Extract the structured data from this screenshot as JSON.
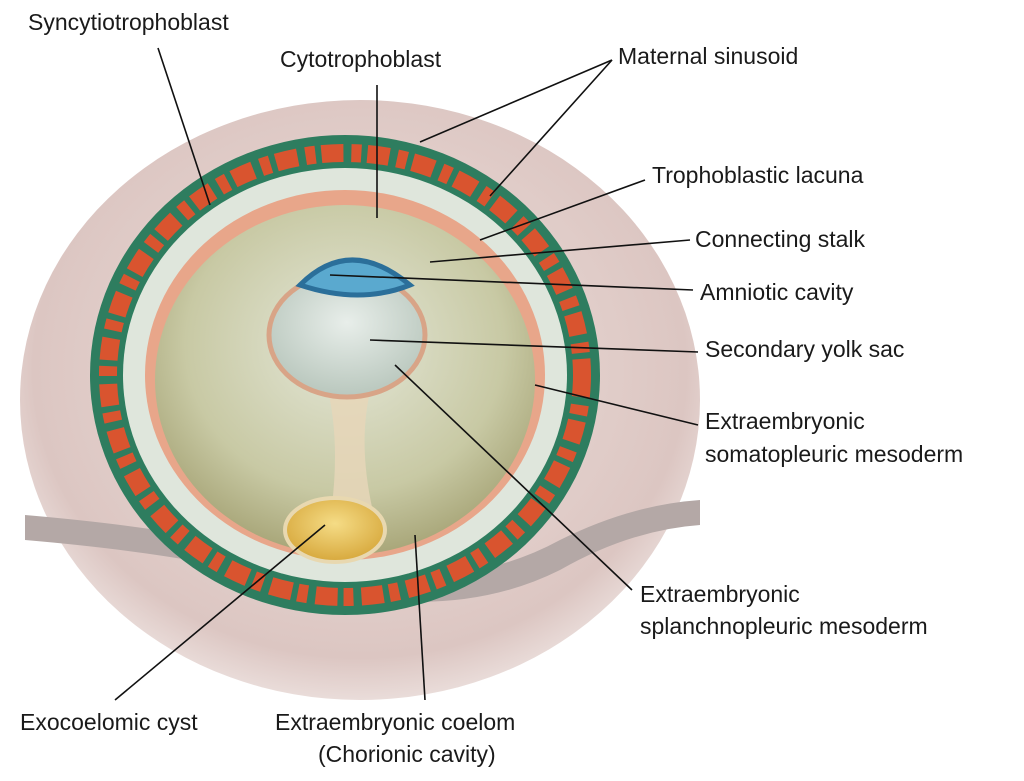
{
  "labels": {
    "syncytiotrophoblast": "Syncytiotrophoblast",
    "cytotrophoblast": "Cytotrophoblast",
    "maternal_sinusoid": "Maternal sinusoid",
    "trophoblastic_lacuna": "Trophoblastic lacuna",
    "connecting_stalk": "Connecting stalk",
    "amniotic_cavity": "Amniotic cavity",
    "secondary_yolk_sac": "Secondary yolk sac",
    "somatopleuric_1": "Extraembryonic",
    "somatopleuric_2": "somatopleuric mesoderm",
    "splanchnopleuric_1": "Extraembryonic",
    "splanchnopleuric_2": "splanchnopleuric mesoderm",
    "exocoelomic_cyst": "Exocoelomic cyst",
    "coelom_1": "Extraembryonic coelom",
    "coelom_2": "(Chorionic cavity)"
  },
  "colors": {
    "endometrium": "#e4d4d0",
    "syncytio": "#2e7d5f",
    "lacuna": "#d9542f",
    "cyto": "#dfe6dc",
    "mesoderm": "#e8a68a",
    "coelom": "#c9c9a2",
    "amnion": "#5aa9cf",
    "yolk": "#e6c35a"
  }
}
